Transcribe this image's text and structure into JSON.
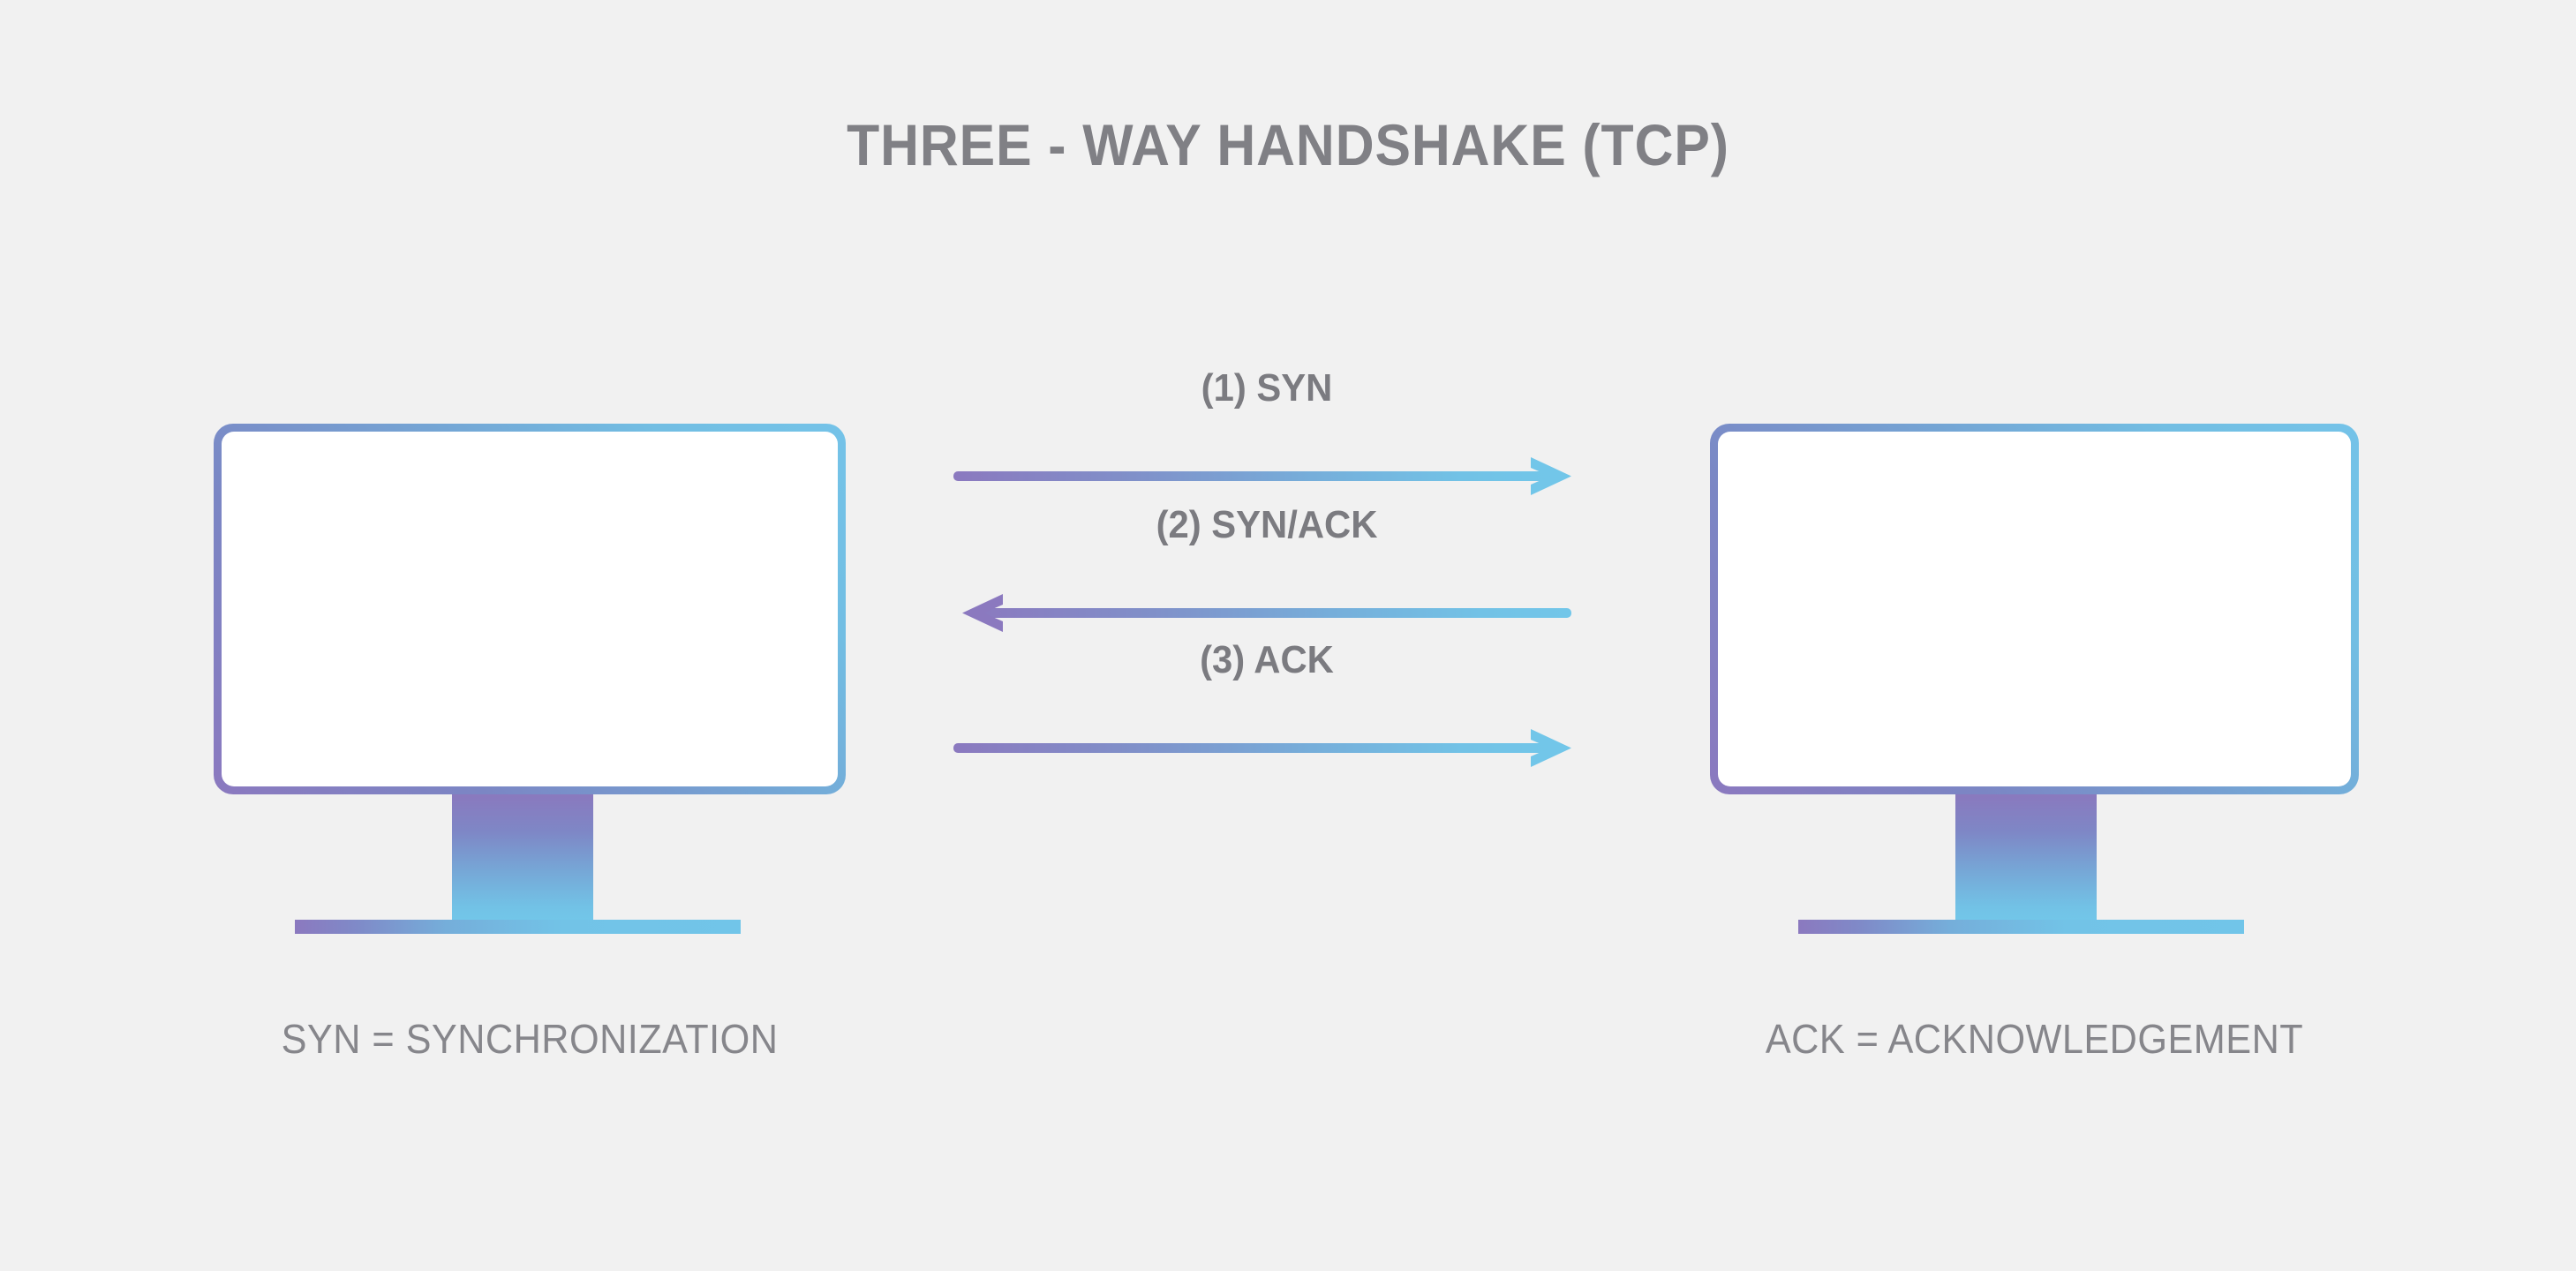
{
  "page": {
    "title": "THREE - WAY HANDSHAKE (TCP)",
    "background_color": "#f1f1f1",
    "title_color": "#808085",
    "label_color": "#7b7b80",
    "caption_color": "#86868b",
    "gradient_start_color": "#8b79bf",
    "gradient_end_color": "#72c6e9"
  },
  "nodes": {
    "left": {
      "name": "client-monitor",
      "caption": "SYN = SYNCHRONIZATION",
      "screen_fill": "#ffffff"
    },
    "right": {
      "name": "server-monitor",
      "caption": "ACK = ACKNOWLEDGEMENT",
      "screen_fill": "#ffffff"
    }
  },
  "messages": [
    {
      "step": 1,
      "label": "(1) SYN",
      "direction": "right",
      "arrowhead": "right",
      "from": "left",
      "to": "right"
    },
    {
      "step": 2,
      "label": "(2) SYN/ACK",
      "direction": "left",
      "arrowhead": "left",
      "from": "right",
      "to": "left"
    },
    {
      "step": 3,
      "label": "(3) ACK",
      "direction": "right",
      "arrowhead": "right",
      "from": "left",
      "to": "right"
    }
  ]
}
